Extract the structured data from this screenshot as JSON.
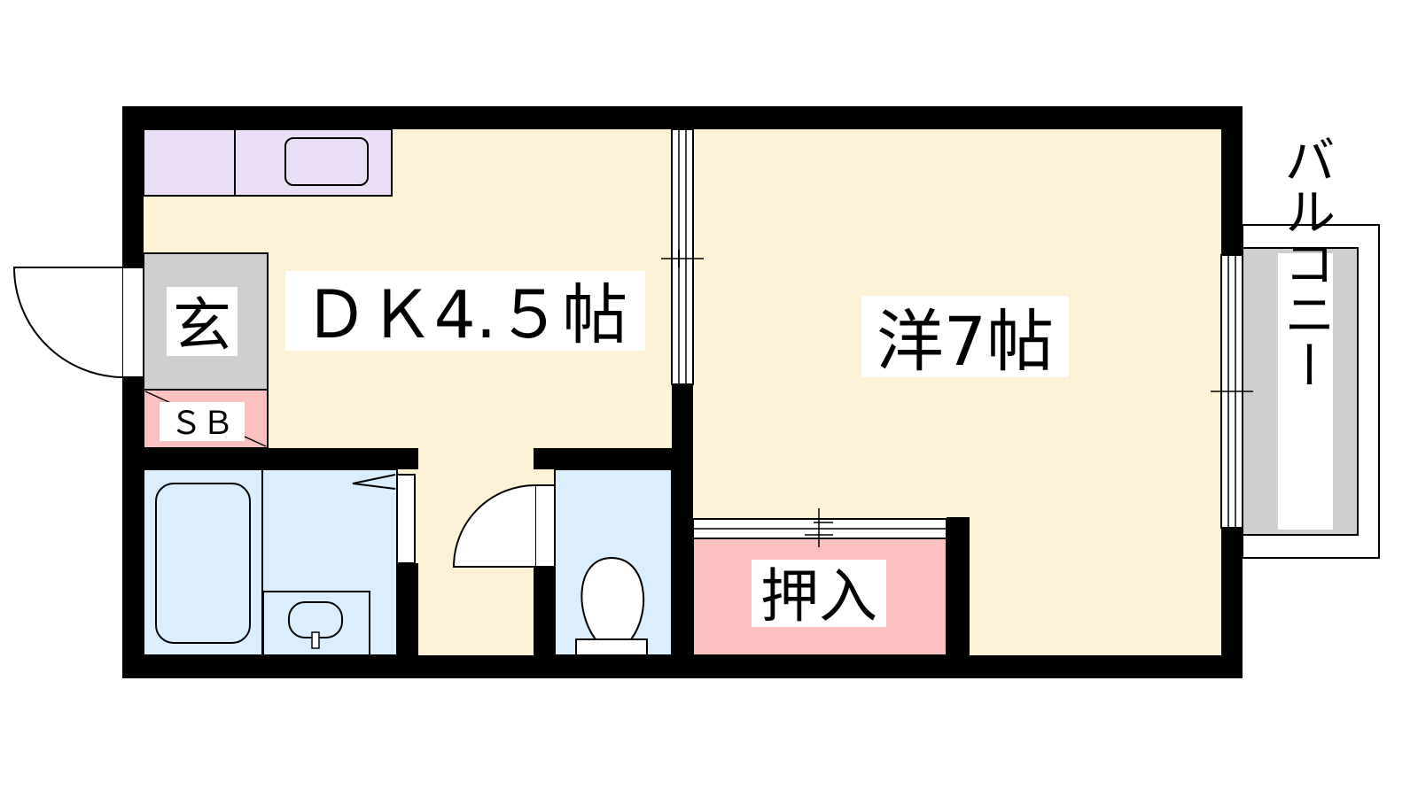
{
  "rooms": {
    "dk": {
      "label": "ＤＫ4.５帖"
    },
    "western": {
      "label": "洋7帖"
    },
    "entrance": {
      "label": "玄"
    },
    "shoe_box": {
      "label": "ＳＢ"
    },
    "closet": {
      "label": "押入"
    },
    "balcony": {
      "label": "バルコニー"
    }
  },
  "colors": {
    "wall": "#000000",
    "floor_dk": "#fdf2d6",
    "floor_room": "#fdf2d6",
    "kitchen": "#eadff7",
    "wet_area": "#dbeefe",
    "entrance": "#cfcfcf",
    "storage": "#fbc1c1",
    "balcony": "#cfcfcf"
  }
}
